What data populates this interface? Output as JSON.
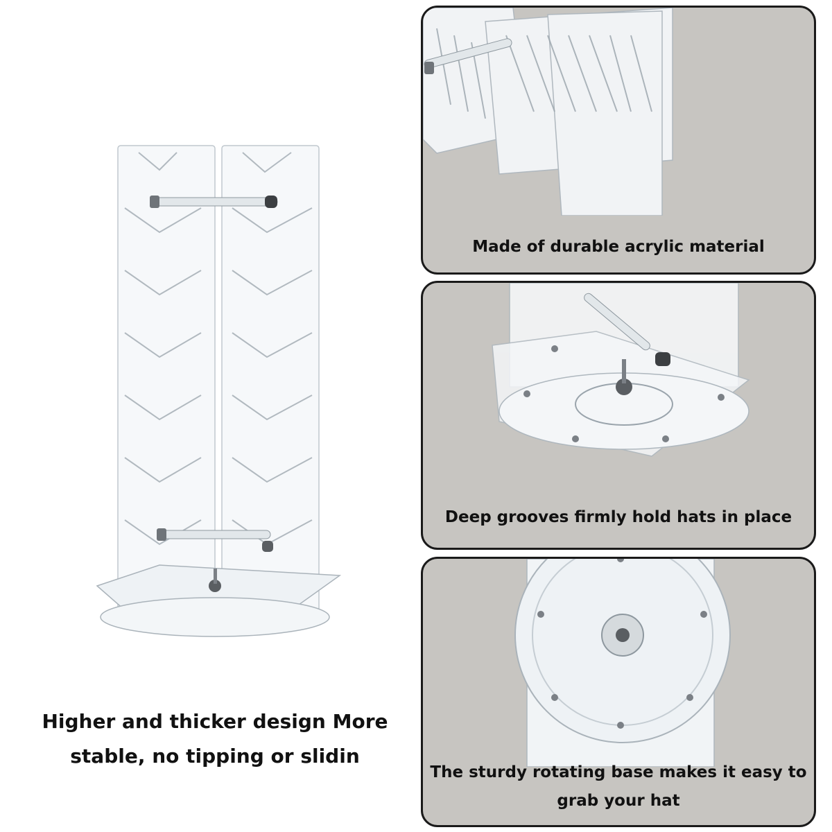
{
  "main_caption": "Higher and thicker design More stable, no tipping or slidin",
  "panels": [
    {
      "caption": "Made of durable acrylic material"
    },
    {
      "caption": "Deep grooves firmly hold hats in place"
    },
    {
      "caption": "The sturdy rotating base makes it easy to grab your hat"
    }
  ],
  "colors": {
    "panel_bg": "#c7c5c1",
    "panel_border": "#1a1a1a",
    "text": "#111111"
  }
}
